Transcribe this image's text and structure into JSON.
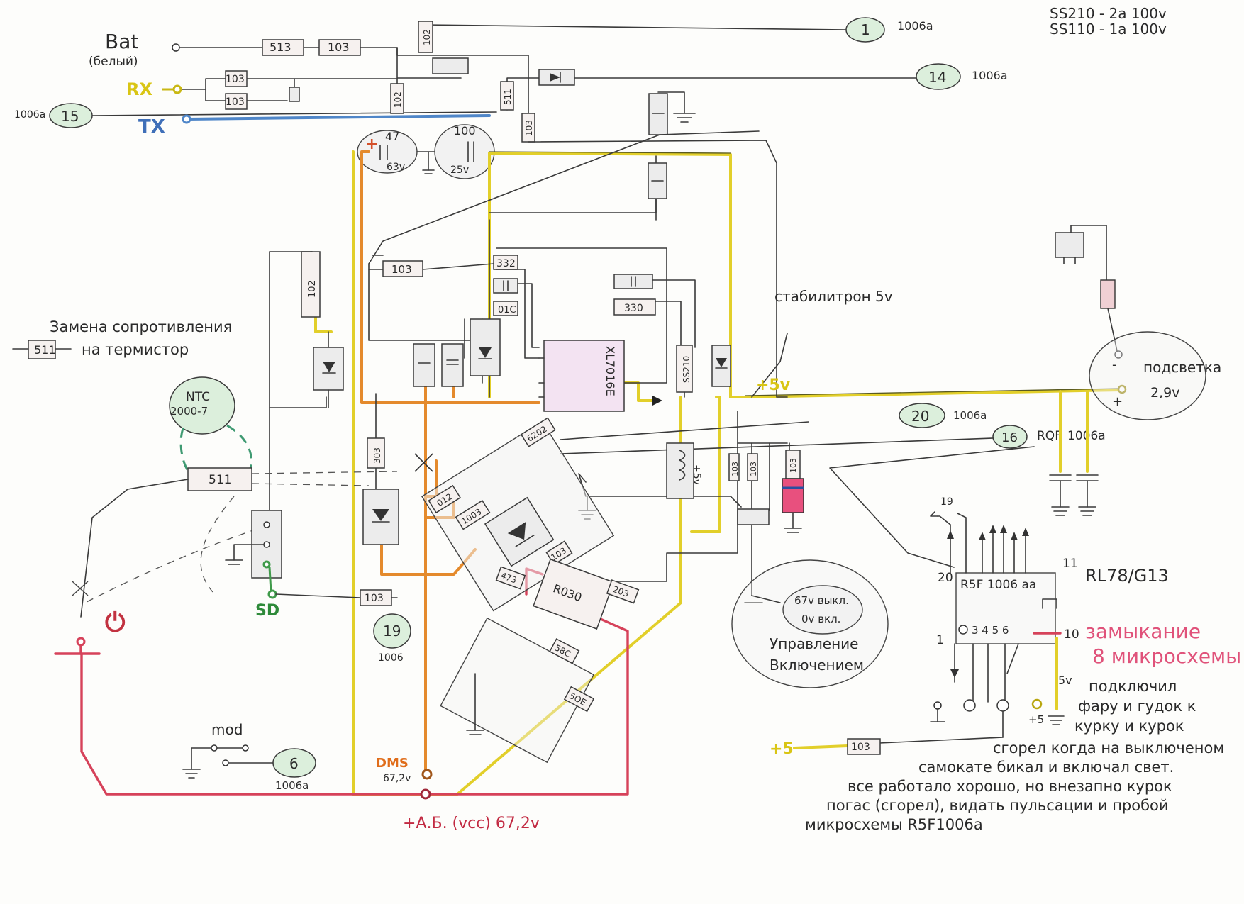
{
  "header_notes": [
    "SS210 - 2a 100v",
    "SS110 - 1a 100v"
  ],
  "connector_tags": [
    {
      "num": "1",
      "ref": "1006a"
    },
    {
      "num": "14",
      "ref": "1006a"
    },
    {
      "num": "15",
      "ref": "1006a"
    },
    {
      "num": "20",
      "ref": "1006a"
    },
    {
      "num": "16",
      "ref": "1006a"
    },
    {
      "num": "19",
      "ref": "1006"
    },
    {
      "num": "6",
      "ref": "1006a"
    }
  ],
  "signals": {
    "bat": "Bat",
    "bat_sub": "(белый)",
    "rx": "RX",
    "tx": "TX",
    "sd": "SD",
    "mod": "mod",
    "dms": "DMS",
    "dms_v": "67,2v",
    "rqf": "RQF",
    "plus5": "+5",
    "plus5v": "+5v",
    "v5": "5v"
  },
  "resistors": {
    "r513": "513",
    "r103a": "103",
    "r102a": "102",
    "r103b": "103",
    "r103c": "103",
    "r102b": "102",
    "r511a": "511",
    "r103d": "103",
    "r332": "332",
    "r01c": "01C",
    "r330": "330",
    "r102c": "102",
    "r511b": "511",
    "r303": "303",
    "r012": "012",
    "r1003": "1003",
    "r6202": "6202",
    "r103e": "103",
    "r473": "473",
    "r203": "203",
    "r103f": "103",
    "r1005": "103",
    "r103g": "103",
    "r103h": "103",
    "r58c": "58C",
    "r5e": "5OE"
  },
  "capacitors": {
    "c47": "47",
    "c47v": "63v",
    "c100": "100",
    "c100v": "25v"
  },
  "chips": {
    "xl": "XL7016E",
    "r030": "R030",
    "ss210": "SS210",
    "mcu": "R5F 1006 aa",
    "mcu_family": "RL78/G13"
  },
  "pins": {
    "p20": "20",
    "p11": "11",
    "p1": "1",
    "p10": "10",
    "p19": "19",
    "row": "3 4 5 6"
  },
  "labels": {
    "stabilitron": "стабилитрон 5v",
    "resistor_swap_1": "Замена сопротивления",
    "resistor_swap_2": "на термистор",
    "resistor_swap_ref": "511",
    "ntc_1": "NTC",
    "ntc_2": "2000-7",
    "backlight": "подсветка",
    "backlight_v": "2,9v",
    "ctrl_off": "67v выкл.",
    "ctrl_on": "0v вкл.",
    "ctrl_1": "Управление",
    "ctrl_2": "Включением",
    "short_1": "замыкание",
    "short_2": "8 микросхемы",
    "vcc": "+А.Б. (vcc) 67,2v",
    "minus": "-",
    "plus": "+",
    "coil": "+5v"
  },
  "story": [
    "подключил",
    "фару и гудок к",
    "курку и курок",
    "сгорел когда на выключеном",
    "самокате бикал и включал свет.",
    "все работало хорошо, но внезапно курок",
    "погас (сгорел), видать пульсации и пробой",
    "микросхемы R5F1006a"
  ],
  "colors": {
    "yellow": "#e2cf2a",
    "orange": "#e48a2c",
    "red": "#d6425a",
    "blue": "#4f86c8",
    "green_tag": "#dcefdc",
    "chip_pink": "#f3e3f2"
  }
}
